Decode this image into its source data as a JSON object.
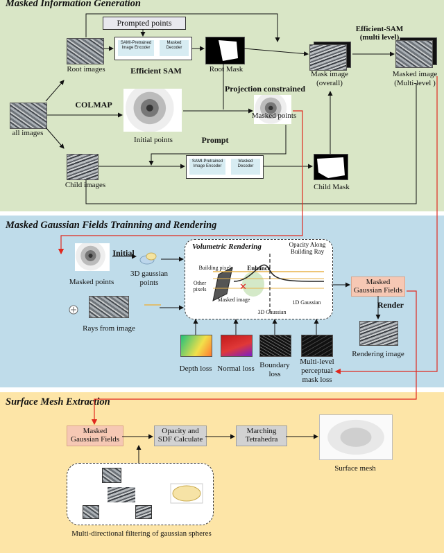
{
  "sections": {
    "info": "Masked Information Generation",
    "train": "Masked Gaussian Fields Trainning and Rendering",
    "mesh": "Surface Mesh Extraction"
  },
  "info": {
    "prompted_points": "Prompted points",
    "root_images": "Root images",
    "efficient_sam": "Efficient SAM",
    "root_mask": "Root Mask",
    "mask_image_line1": "Mask image",
    "mask_image_line2": "(overall)",
    "efficient_sam_multi_line1": "Efficient-SAM",
    "efficient_sam_multi_line2": "(multi level)",
    "masked_image_ml_line1": "Masked image",
    "masked_image_ml_line2": "(Multi-level )",
    "all_images": "all images",
    "colmap": "COLMAP",
    "initial_points": "Initial points",
    "projection_constrained": "Projection constrained",
    "masked_points": "Masked points",
    "prompt": "Prompt",
    "child_images": "Child images",
    "child_mask": "Child Mask",
    "sam_encoder": "SAMI-Pretrained Image Encoder",
    "sam_decoder": "Masked Decoder"
  },
  "train": {
    "masked_points": "Masked points",
    "initial": "Initial",
    "gaussian_points_line1": "3D gaussian",
    "gaussian_points_line2": "points",
    "rays_from_image": "Rays from  image",
    "volumetric_rendering": "Volumetric Rendering",
    "opacity_line1": "Opacity Along",
    "opacity_line2": "Building Ray",
    "building_pixels": "Building pixels",
    "enhance": "Enhance",
    "other_pixels_line1": "Other",
    "other_pixels_line2": "pixels",
    "masked_image": "Masked image",
    "gaussian_1d": "1D Gaussian",
    "gaussian_3d": "3D Gaussian",
    "masked_gf_line1": "Masked",
    "masked_gf_line2": "Gaussian Fields",
    "render": "Render",
    "rendering_image": "Rendering image",
    "depth_loss": "Depth loss",
    "normal_loss": "Normal loss",
    "boundary_line1": "Boundary",
    "boundary_line2": "loss",
    "ml_line1": "Multi-level",
    "ml_line2": "perceptual",
    "ml_line3": "mask loss"
  },
  "mesh": {
    "masked_gf_line1": "Masked",
    "masked_gf_line2": "Gaussian Fields",
    "opacity_sdf_line1": "Opacity and",
    "opacity_sdf_line2": "SDF Calculate",
    "marching_line1": "Marching",
    "marching_line2": "Tetrahedra",
    "surface_mesh": "Surface mesh",
    "multi_directional": "Multi-directional filtering of gaussian spheres"
  },
  "colors": {
    "panel_green": "#d9e6c6",
    "panel_blue": "#bfdcea",
    "panel_yellow": "#fde5a7",
    "connector_red": "#e0281e",
    "box_pink": "#f6c8b4",
    "box_gray": "#d2d2d2"
  }
}
